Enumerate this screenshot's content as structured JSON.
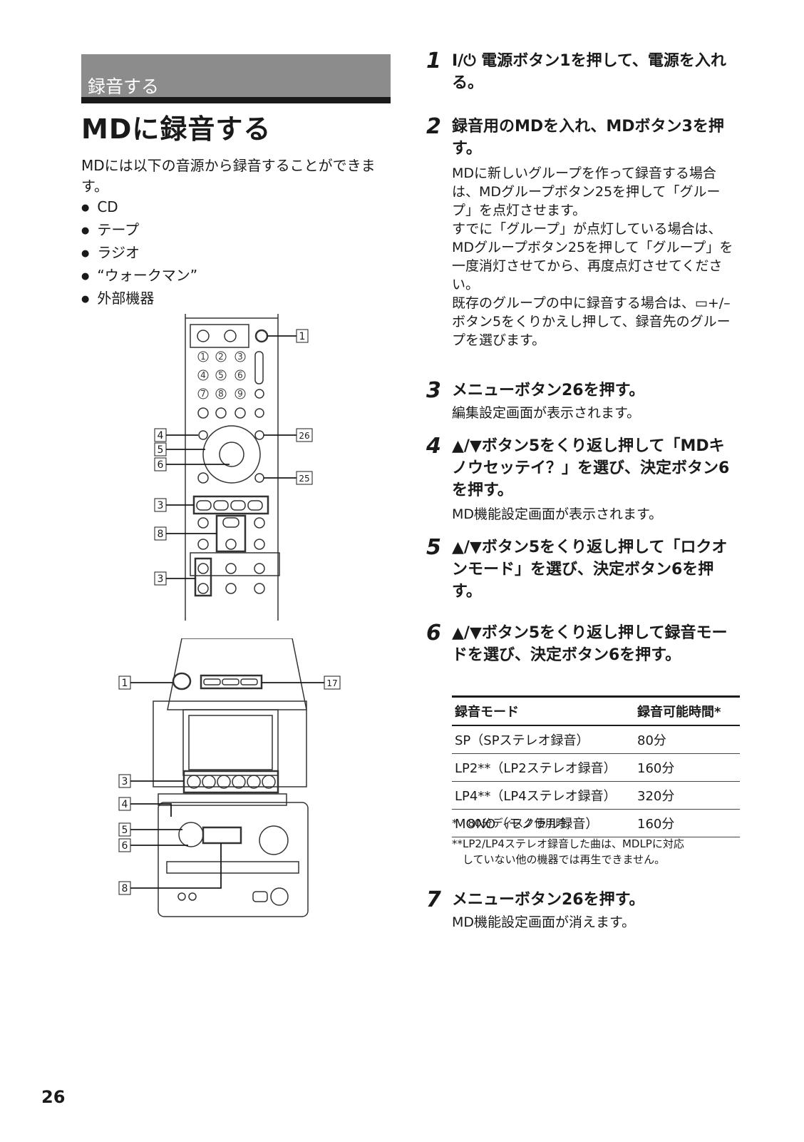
{
  "section_label": "録音する",
  "page_title": "MDに録音する",
  "intro": "MDには以下の音源から録音することができます。",
  "bullets": [
    "CD",
    "テープ",
    "ラジオ",
    "“ウォークマン”",
    "外部機器"
  ],
  "remote_keypad": [
    "1",
    "2",
    "3",
    "4",
    "5",
    "6",
    "7",
    "8",
    "9"
  ],
  "callouts": {
    "remote": [
      "1",
      "4",
      "5",
      "6",
      "3",
      "8",
      "3",
      "26",
      "25"
    ],
    "unit": [
      "1",
      "17",
      "3",
      "4",
      "5",
      "6",
      "8"
    ]
  },
  "steps": [
    {
      "num": "1",
      "head": "I/⏻ 電源ボタン1を押して、電源を入れる。",
      "body": ""
    },
    {
      "num": "2",
      "head": "録音用のMDを入れ、MDボタン3を押す。",
      "body": "MDに新しいグループを作って録音する場合は、MDグループボタン25を押して「グループ」を点灯させます。\nすでに「グループ」が点灯している場合は、MDグループボタン25を押して「グループ」を一度消灯させてから、再度点灯させてください。\n既存のグループの中に録音する場合は、▭+/–ボタン5をくりかえし押して、録音先のグループを選びます。"
    },
    {
      "num": "3",
      "head": "メニューボタン26を押す。",
      "body": "編集設定画面が表示されます。"
    },
    {
      "num": "4",
      "head": "▲/▼ボタン5をくり返し押して「MDキノウセッテイ？」を選び、決定ボタン6を押す。",
      "body": "MD機能設定画面が表示されます。"
    },
    {
      "num": "5",
      "head": "▲/▼ボタン5をくり返し押して「ロクオンモード」を選び、決定ボタン6を押す。",
      "body": ""
    },
    {
      "num": "6",
      "head": "▲/▼ボタン5をくり返し押して録音モードを選び、決定ボタン6を押す。",
      "body": ""
    },
    {
      "num": "7",
      "head": "メニューボタン26を押す。",
      "body": "MD機能設定画面が消えます。"
    }
  ],
  "table": {
    "headers": [
      "録音モード",
      "録音可能時間*"
    ],
    "rows": [
      [
        "SP（SPステレオ録音）",
        "80分"
      ],
      [
        "LP2**（LP2ステレオ録音）",
        "160分"
      ],
      [
        "LP4**（LP4ステレオ録音）",
        "320分"
      ],
      [
        "MONO（モノラル録音）",
        "160分"
      ]
    ]
  },
  "notes": [
    "*　80分ディスク使用時",
    "**LP2/LP4ステレオ録音した曲は、MDLPに対応\n　していない他の機器では再生できません。"
  ],
  "page_number": "26"
}
